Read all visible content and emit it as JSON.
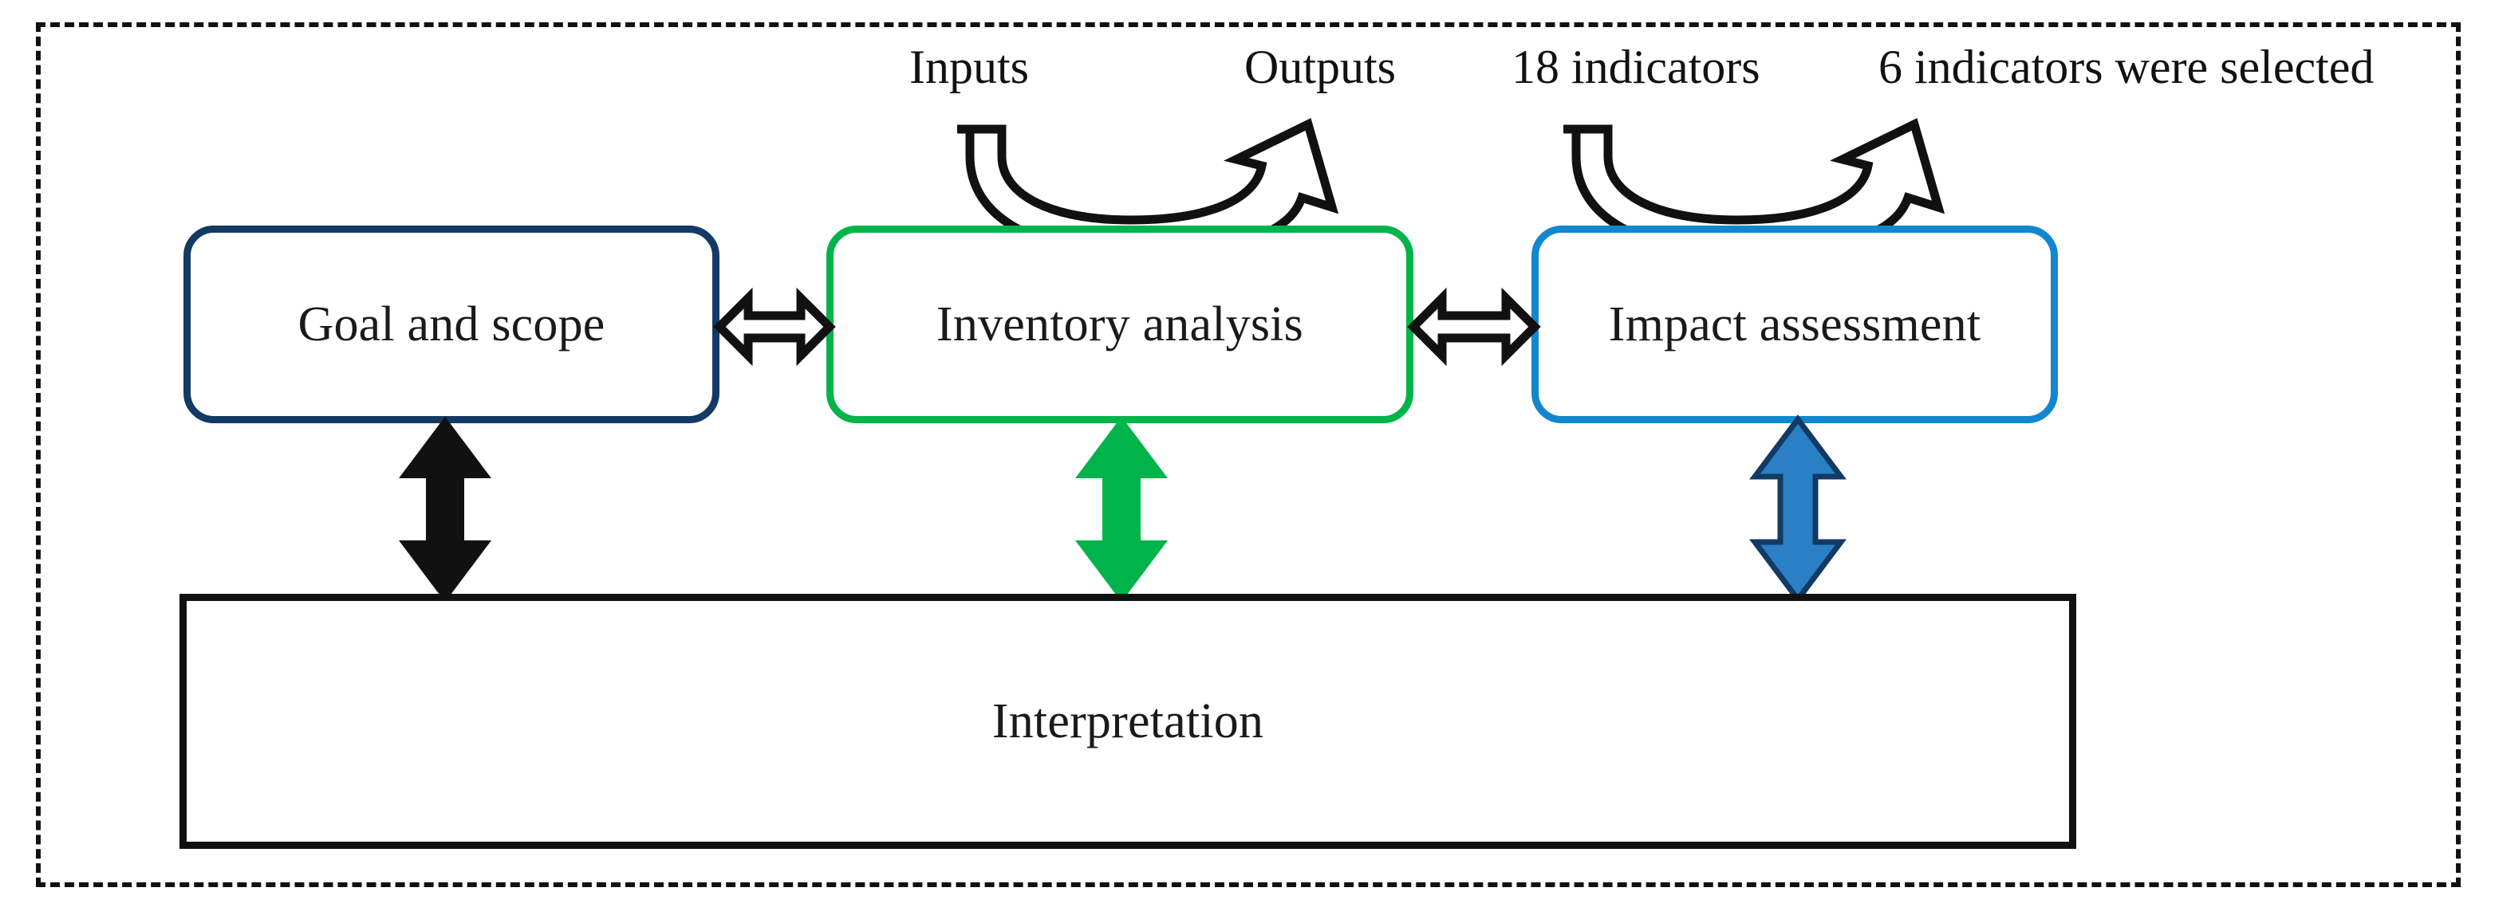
{
  "diagram": {
    "type": "lca-framework-flow",
    "frame": {
      "style": "dashed",
      "color": "#111111"
    },
    "stages": [
      {
        "id": "goal-and-scope",
        "label": "Goal and scope",
        "border_color": "#123a63",
        "shape": "rounded-rectangle"
      },
      {
        "id": "inventory-analysis",
        "label": "Inventory analysis",
        "border_color": "#00b34a",
        "shape": "rounded-rectangle"
      },
      {
        "id": "impact-assessment",
        "label": "Impact assessment",
        "border_color": "#1287d0",
        "shape": "rounded-rectangle"
      }
    ],
    "interpretation": {
      "id": "interpretation",
      "label": "Interpretation",
      "border_color": "#111111",
      "shape": "rectangle"
    },
    "curve_annotations": [
      {
        "id": "inputs",
        "label": "Inputs",
        "side": "start",
        "over": "inventory-analysis"
      },
      {
        "id": "outputs",
        "label": "Outputs",
        "side": "end",
        "over": "inventory-analysis"
      },
      {
        "id": "18-indicators",
        "label": "18 indicators",
        "side": "start",
        "over": "impact-assessment"
      },
      {
        "id": "6-indicators",
        "label": "6 indicators were selected",
        "side": "end",
        "over": "impact-assessment"
      }
    ],
    "connectors": [
      {
        "id": "goal-to-inventory",
        "orientation": "horizontal",
        "heads": "double",
        "fill": "#ffffff",
        "stroke": "#111111"
      },
      {
        "id": "inventory-to-impact",
        "orientation": "horizontal",
        "heads": "double",
        "fill": "#ffffff",
        "stroke": "#111111"
      },
      {
        "id": "goal-to-interpretation",
        "orientation": "vertical",
        "heads": "double",
        "fill": "#111111",
        "stroke": "#111111"
      },
      {
        "id": "inventory-to-interpretation",
        "orientation": "vertical",
        "heads": "double",
        "fill": "#00b34a",
        "stroke": "#00b34a"
      },
      {
        "id": "impact-to-interpretation",
        "orientation": "vertical",
        "heads": "double",
        "fill": "#2b7fc4",
        "stroke": "#123a63"
      }
    ],
    "colors": {
      "navy": "#123a63",
      "green": "#00b34a",
      "blue": "#1287d0",
      "blue_arrow_fill": "#2b7fc4",
      "black": "#111111",
      "white": "#ffffff"
    }
  }
}
